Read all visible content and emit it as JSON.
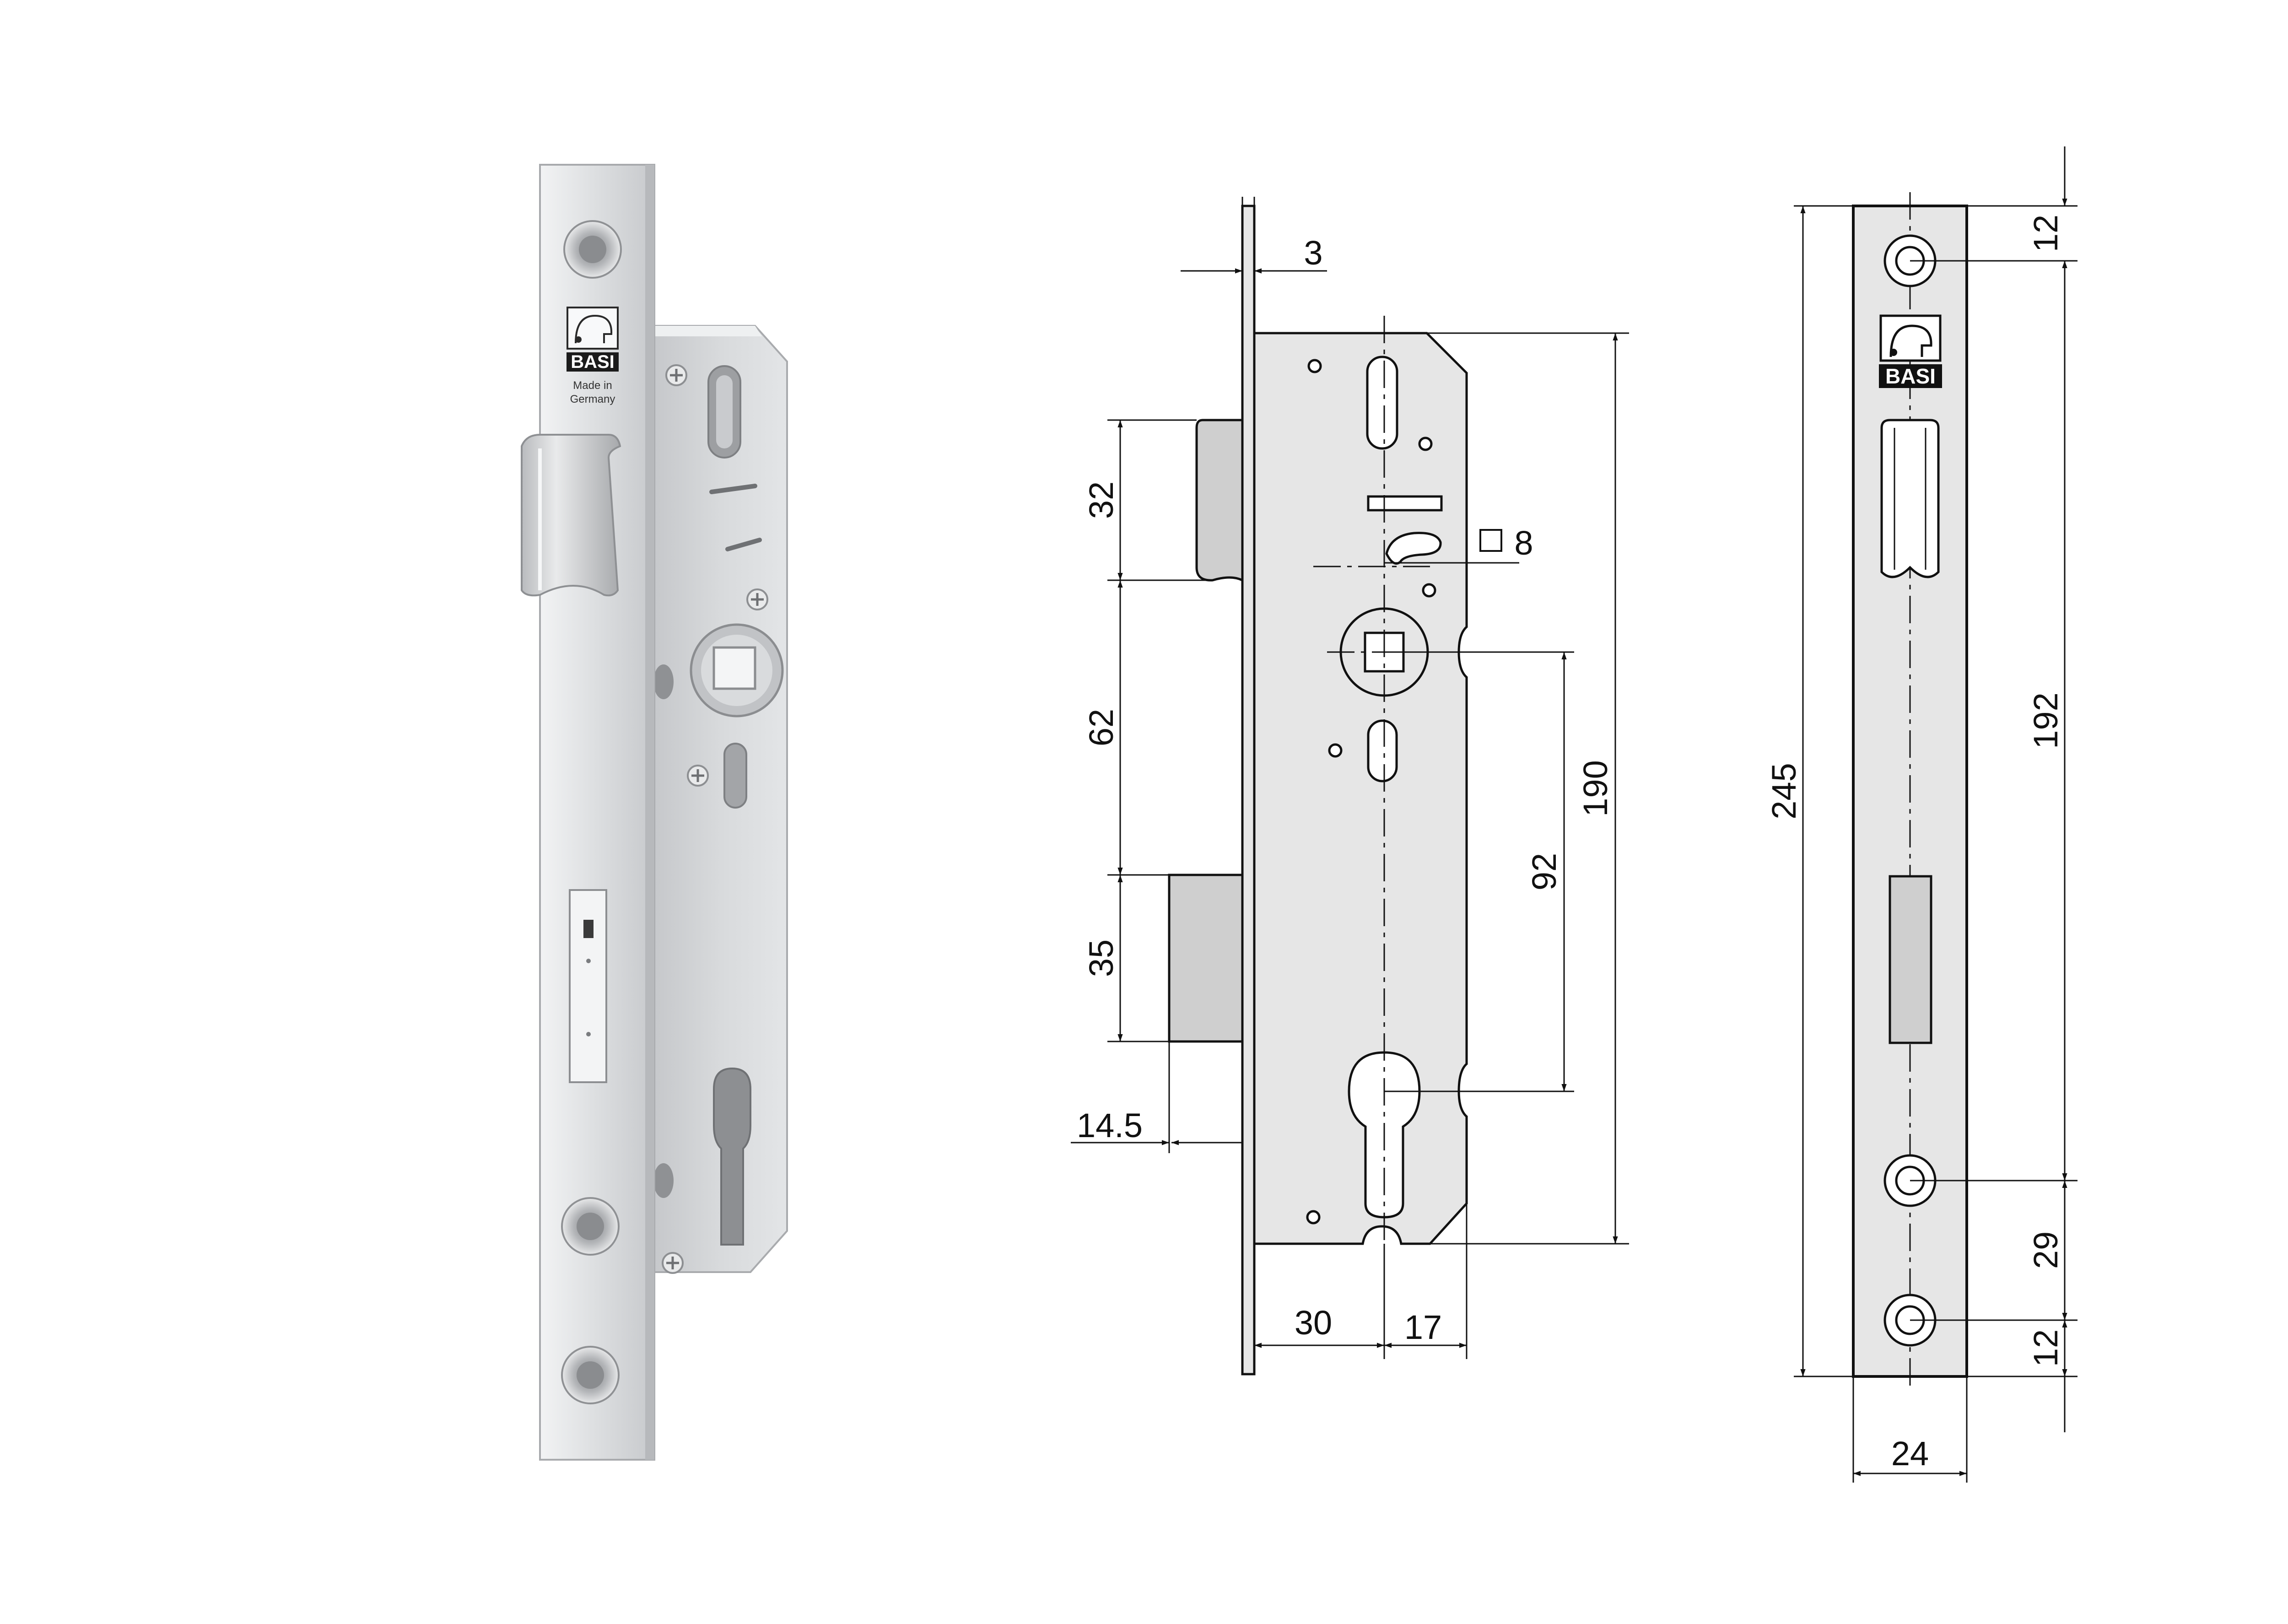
{
  "brand": {
    "logo_name": "BASI",
    "made_in_line1": "Made in",
    "made_in_line2": "Germany"
  },
  "dimensions": {
    "faceplate_thickness": "3",
    "latch_height": "32",
    "latch_to_bolt": "62",
    "bolt_height": "35",
    "bolt_throw": "14.5",
    "follower_square": "8",
    "center_distance": "92",
    "case_height": "190",
    "backset": "30",
    "case_rest": "17",
    "faceplate_length": "245",
    "screw_hole_top": "12",
    "screw_hole_span": "192",
    "screw_hole_gap": "29",
    "screw_hole_bottom": "12",
    "faceplate_width": "24"
  },
  "colors": {
    "line": "#111111",
    "plate_fill": "#e6e6e6",
    "bolt_fill": "#cfcfcf",
    "steel_light": "#dfe1e3",
    "steel_mid": "#c4c6c9",
    "steel_dark": "#9a9c9f"
  }
}
